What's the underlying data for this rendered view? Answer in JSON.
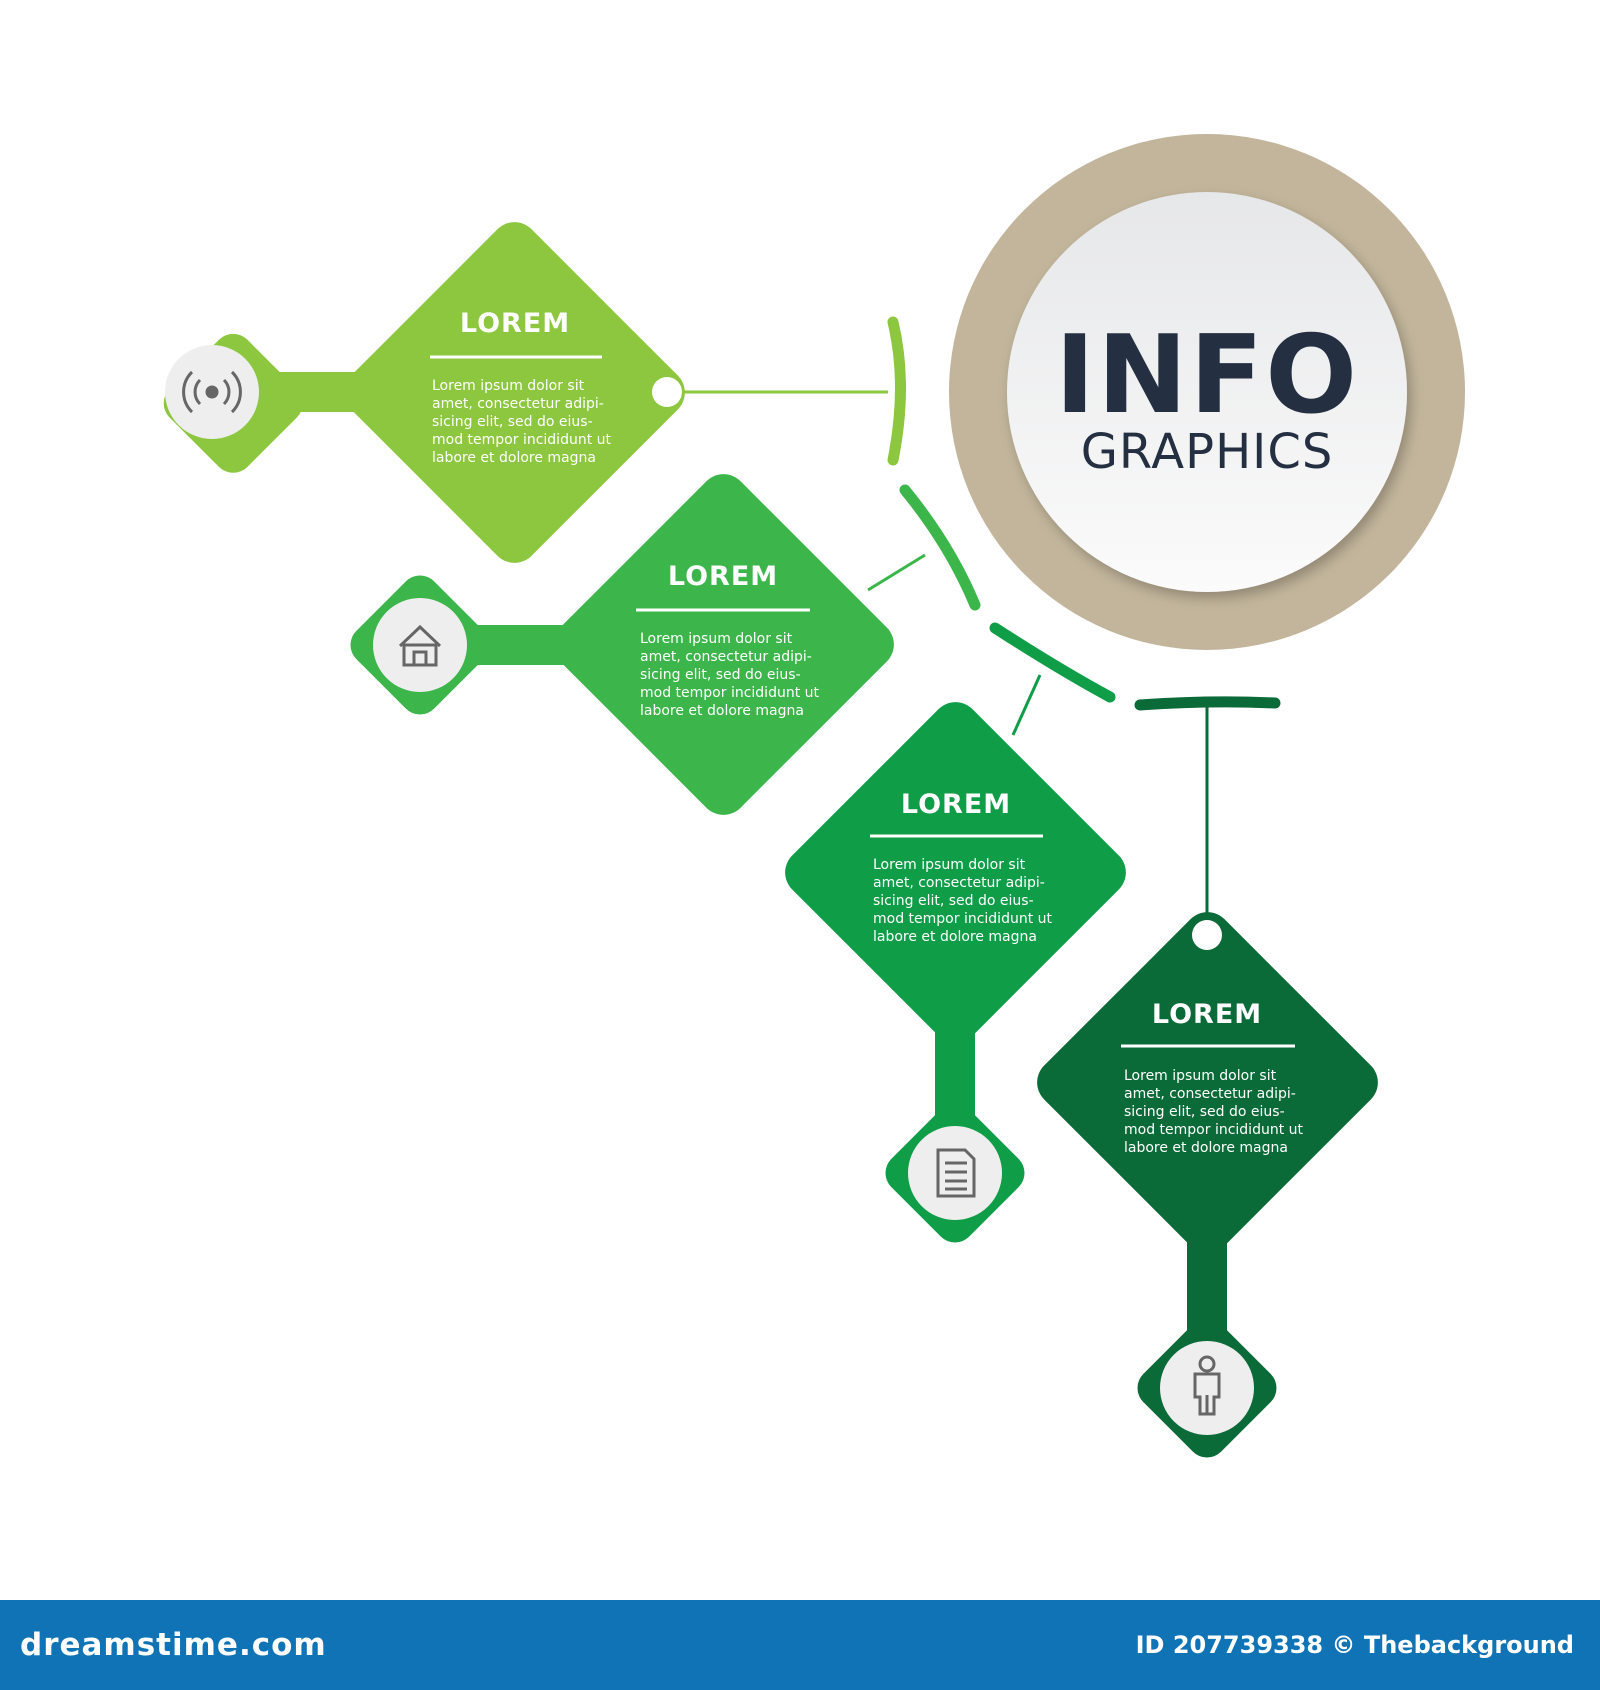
{
  "center": {
    "line1": "INFO",
    "line2": "GRAPHICS"
  },
  "cards": [
    {
      "title": "LOREM",
      "lines": [
        "Lorem ipsum dolor sit",
        "amet, consectetur adipi-",
        "sicing elit, sed do eius-",
        "mod tempor incididunt ut",
        "labore et dolore magna"
      ],
      "color": "#8dc63f",
      "icon": "signal-icon"
    },
    {
      "title": "LOREM",
      "lines": [
        "Lorem ipsum dolor sit",
        "amet, consectetur adipi-",
        "sicing elit, sed do eius-",
        "mod tempor incididunt ut",
        "labore et dolore magna"
      ],
      "color": "#3cb54a",
      "icon": "house-icon"
    },
    {
      "title": "LOREM",
      "lines": [
        "Lorem ipsum dolor sit",
        "amet, consectetur adipi-",
        "sicing elit, sed do eius-",
        "mod tempor incididunt ut",
        "labore et dolore magna"
      ],
      "color": "#0f9d48",
      "icon": "document-icon"
    },
    {
      "title": "LOREM",
      "lines": [
        "Lorem ipsum dolor sit",
        "amet, consectetur adipi-",
        "sicing elit, sed do eius-",
        "mod tempor incididunt ut",
        "labore et dolore magna"
      ],
      "color": "#0b6b38",
      "icon": "person-icon"
    }
  ],
  "colors": {
    "ring": "#c2b59b",
    "disc": "#efefef",
    "text_dark": "#243042",
    "footer": "#0f73b5"
  },
  "footer": {
    "brand": "dreamstime.com",
    "id": "ID 207739338 © Thebackground"
  }
}
